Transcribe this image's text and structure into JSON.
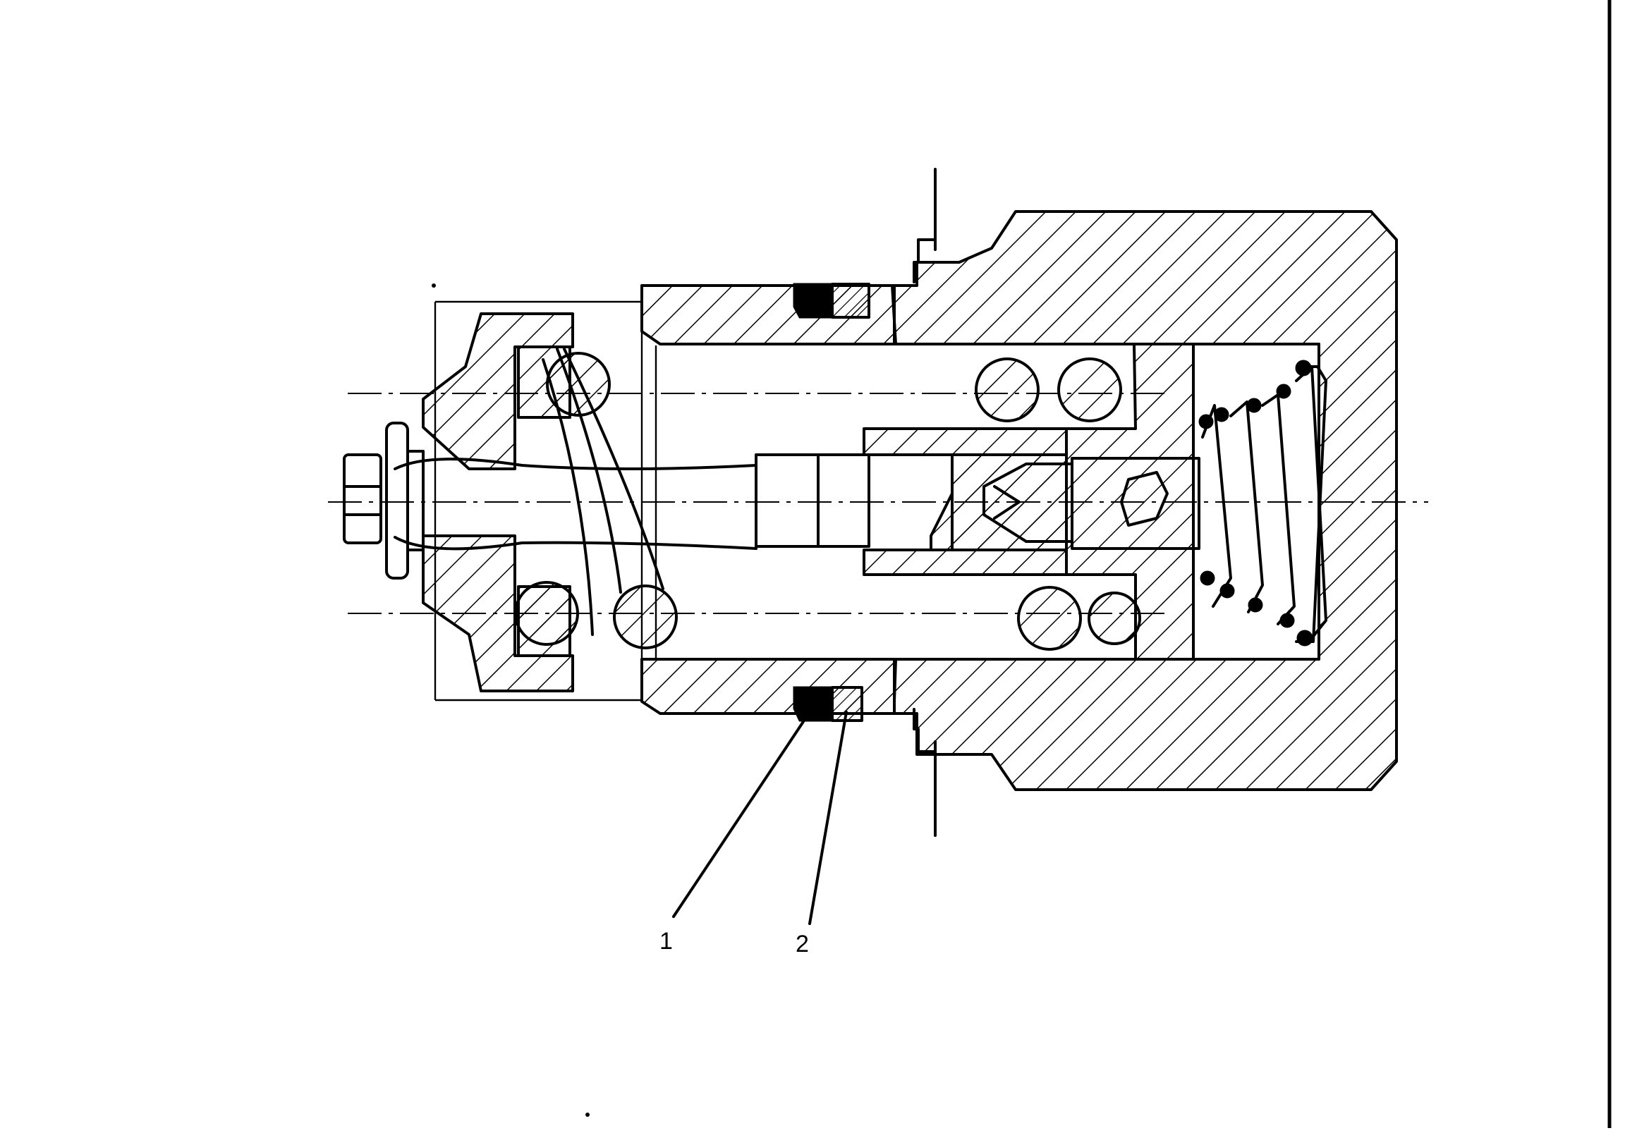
{
  "callouts": [
    {
      "id": "1",
      "text": "1"
    },
    {
      "id": "2",
      "text": "2"
    }
  ],
  "colors": {
    "ink": "#000000",
    "paper": "#ffffff"
  }
}
